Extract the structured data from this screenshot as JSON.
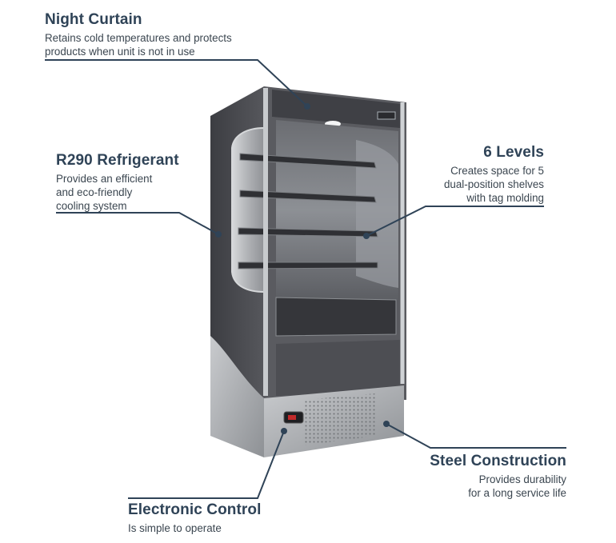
{
  "callouts": {
    "night_curtain": {
      "title": "Night Curtain",
      "desc_1": "Retains cold temperatures and protects",
      "desc_2": "products when unit is not in use"
    },
    "refrigerant": {
      "title": "R290 Refrigerant",
      "desc_1": "Provides an efficient",
      "desc_2": "and eco-friendly",
      "desc_3": "cooling system"
    },
    "levels": {
      "title": "6 Levels",
      "desc_1": "Creates space for 5",
      "desc_2": "dual-position shelves",
      "desc_3": "with tag molding"
    },
    "steel": {
      "title": "Steel Construction",
      "desc_1": "Provides durability",
      "desc_2": "for a long service life"
    },
    "control": {
      "title": "Electronic Control",
      "desc_1": "Is simple to operate"
    }
  },
  "colors": {
    "title": "#2f4357",
    "leader_line": "#2f4357",
    "cabinet_dark": "#4a4b50",
    "steel": "#a9acb0"
  }
}
